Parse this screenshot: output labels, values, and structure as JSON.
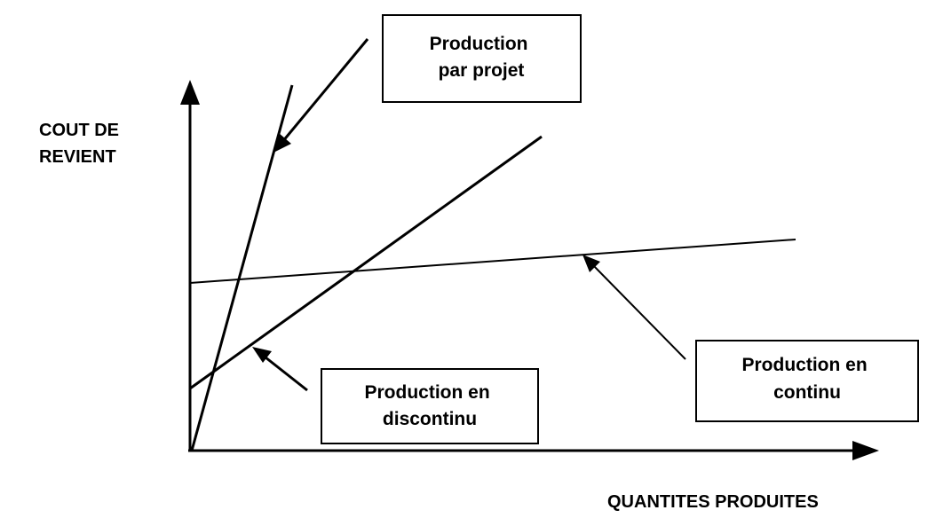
{
  "y_axis_label": [
    "COUT DE",
    "REVIENT"
  ],
  "x_axis_label": "QUANTITES PRODUITES",
  "callouts": {
    "projet": [
      "Production",
      "par projet"
    ],
    "discontinu": [
      "Production en",
      "discontinu"
    ],
    "continu": [
      "Production en",
      "continu"
    ]
  }
}
